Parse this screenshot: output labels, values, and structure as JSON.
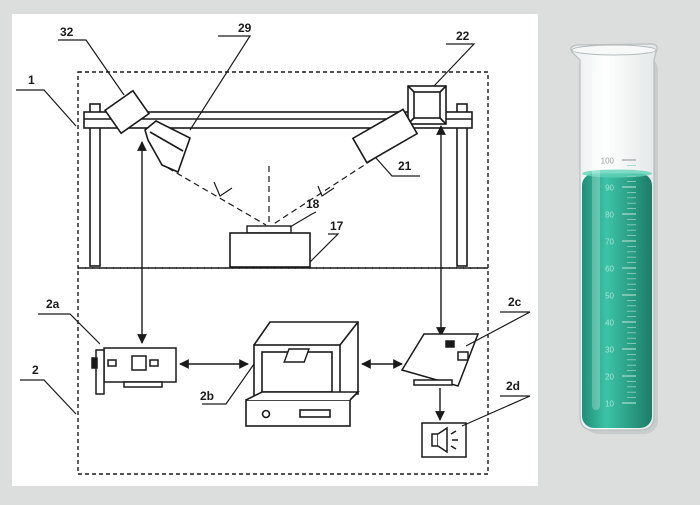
{
  "colors": {
    "page_bg": "#dcdedd",
    "panel_bg": "#ffffff",
    "ink": "#1a1a1a",
    "liquid": "#2aa58c",
    "liquid_dark": "#1e8a72",
    "glass": "#f4f6f6"
  },
  "diagram": {
    "labels": {
      "l1": "1",
      "l2": "2",
      "l17": "17",
      "l18": "18",
      "l21": "21",
      "l22": "22",
      "l29": "29",
      "l32": "32",
      "l2a": "2a",
      "l2b": "2b",
      "l2c": "2c",
      "l2d": "2d"
    },
    "icons": {
      "speaker": "speaker-icon"
    }
  },
  "cylinder": {
    "ticks": [
      "100",
      "90",
      "80",
      "70",
      "60",
      "50",
      "40",
      "30",
      "20",
      "10"
    ],
    "fill_level_percent": 95
  }
}
